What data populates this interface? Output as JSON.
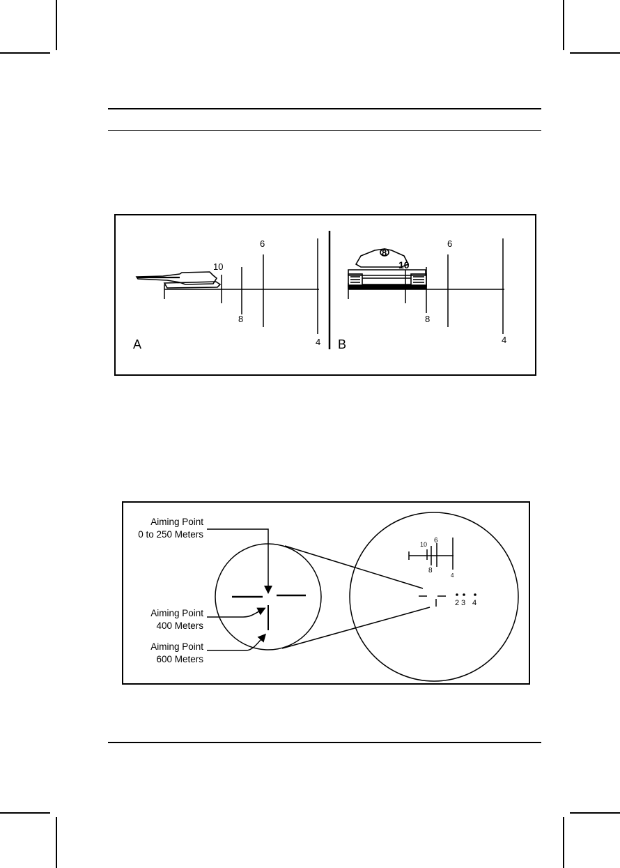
{
  "figure_a": {
    "panel_a": {
      "letter": "A",
      "marks": [
        "10",
        "6",
        "8",
        "4"
      ]
    },
    "panel_b": {
      "letter": "B",
      "marks": [
        "8",
        "10",
        "6",
        "8",
        "4"
      ]
    }
  },
  "figure_b": {
    "callouts": {
      "aim_250": [
        "Aiming Point",
        "0 to 250 Meters"
      ],
      "aim_400": [
        "Aiming Point",
        "400 Meters"
      ],
      "aim_600": [
        "Aiming Point",
        "600 Meters"
      ]
    },
    "reticle_marks": [
      "10",
      "6",
      "8",
      "4"
    ],
    "range_dots": [
      "2",
      "3",
      "4"
    ]
  }
}
